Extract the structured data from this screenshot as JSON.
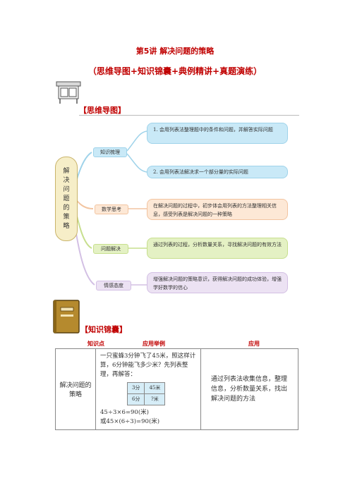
{
  "doc": {
    "title": "第5讲  解决问题的策略",
    "subtitle": "（思维导图+知识锦囊+典例精讲+真题演练）"
  },
  "mindmap": {
    "heading": "【思维导图】",
    "root": "解决问题的策略",
    "branches": [
      {
        "label": "知识梳理",
        "items": [
          "1. 会用列表法整理题中的条件和问题，并解答实际问题",
          "2. 会用列表法解决求一个部分量的实际问题"
        ]
      },
      {
        "label": "数学思考",
        "items": [
          "在解决问题的过程中，初步体会用列表的方法整理相关信息，感受列表是解决问题的一种策略"
        ]
      },
      {
        "label": "问题解决",
        "items": [
          "通过列表的过程，分析数量关系，寻找解决问题的有效方法"
        ]
      },
      {
        "label": "情感态度",
        "items": [
          "增强解决问题的策略意识，获得解决问题的成功体验，增强学好数学的信心"
        ]
      }
    ]
  },
  "knowledge": {
    "heading": "【知识锦囊】",
    "columns": [
      "知识点",
      "应用举例",
      "应用"
    ],
    "row": {
      "point": "解决问题的策略",
      "example_text": "一只蜜蜂3分钟飞了45米，照这样计算，6分钟能飞多少米？先列表整理，再解答：",
      "table": [
        [
          "3分",
          "45米"
        ],
        [
          "6分",
          "?米"
        ]
      ],
      "formula1": "45÷3×6=90(米)",
      "formula2": "或45×(6÷3)=90(米)",
      "application": "通过列表法收集信息，整理信息，分析数量关系，找出解决问题的方法"
    }
  }
}
